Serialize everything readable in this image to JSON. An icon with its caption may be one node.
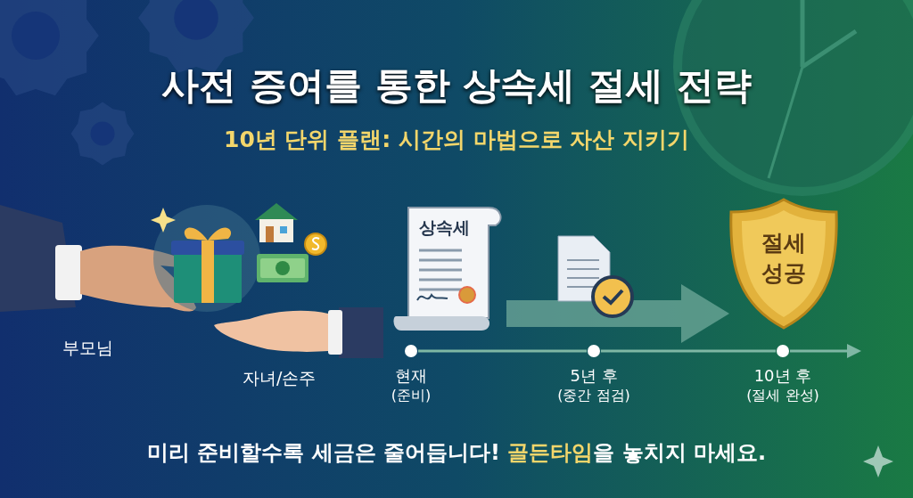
{
  "diagram": {
    "title": "사전 증여를 통한 상속세 절세 전략",
    "nodes": [
      {
        "text": [
          "상속세"
        ]
      },
      {
        "text": [
          "절세 성공"
        ]
      },
      {
        "text": [],
        "shape": "circle",
        "beside": [
          "현재",
          "(준비)"
        ]
      },
      {
        "text": [],
        "shape": "circle",
        "beside": [
          "5년 후",
          "(중간 점검)"
        ]
      },
      {
        "text": [],
        "shape": "circle",
        "beside": [
          "10년 후",
          "(절세 완성)"
        ]
      }
    ],
    "edges": [
      {
        "from": 0,
        "to": 1,
        "arrow": "to",
        "style": "thick"
      },
      {
        "from": 2,
        "to": 3,
        "arrow": "none"
      },
      {
        "from": 3,
        "to": 4,
        "arrow": "none"
      },
      {
        "from": 4,
        "to": null,
        "arrow": "to"
      }
    ],
    "labels": [
      "10년 단위 플랜: 시간의 마법으로 자산 지키기",
      "부모님",
      "자녀/손주",
      "미리 준비할수록 세금은 줄어듭니다! **골든타임**을 놓치지 마세요."
    ]
  }
}
